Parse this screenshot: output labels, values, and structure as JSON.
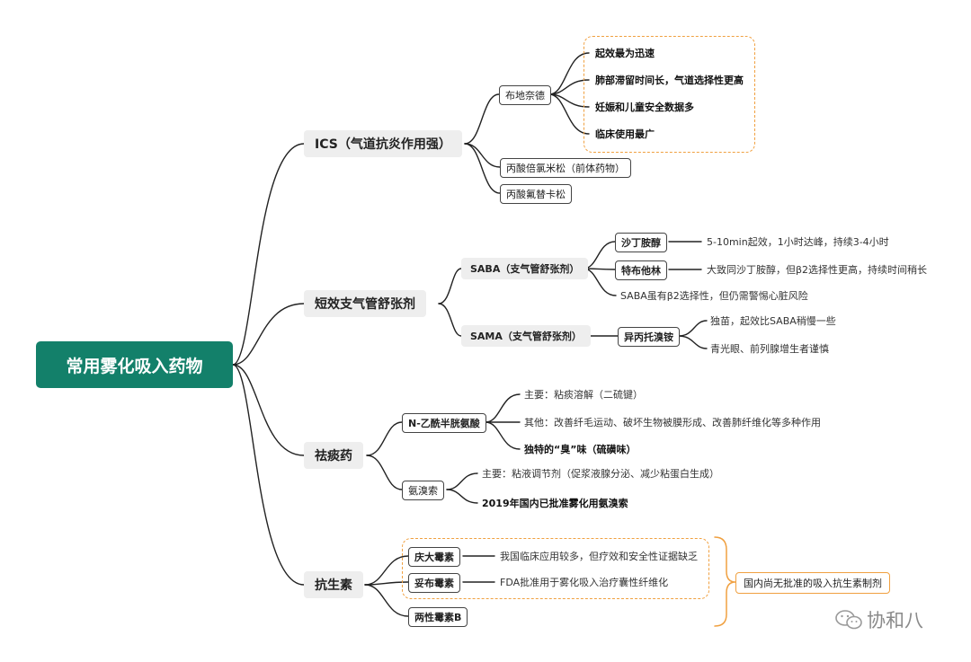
{
  "root": "常用雾化吸入药物",
  "ics": {
    "label": "ICS（气道抗炎作用强）",
    "budesonide": "布地奈德",
    "budesonide_points": [
      "起效最为迅速",
      "肺部滞留时间长，气道选择性更高",
      "妊娠和儿童安全数据多",
      "临床使用最广"
    ],
    "bdp": "丙酸倍氯米松（前体药物）",
    "fp": "丙酸氟替卡松"
  },
  "short_acting": {
    "label": "短效支气管舒张剂",
    "saba": {
      "label": "SABA（支气管舒张剂）",
      "salbutamol": "沙丁胺醇",
      "salbutamol_note": "5-10min起效，1小时达峰，持续3-4小时",
      "terbutaline": "特布他林",
      "terbutaline_note": "大致同沙丁胺醇，但β2选择性更高，持续时间稍长",
      "warning": "SABA虽有β2选择性，但仍需警惕心脏风险"
    },
    "sama": {
      "label": "SAMA（支气管舒张剂）",
      "ipratropium": "异丙托溴铵",
      "notes": [
        "独苗，起效比SABA稍慢一些",
        "青光眼、前列腺增生者谨慎"
      ]
    }
  },
  "expectorant": {
    "label": "祛痰药",
    "nac": "N-乙酰半胱氨酸",
    "nac_notes": [
      "主要：粘痰溶解（二硫键）",
      "其他：改善纤毛运动、破坏生物被膜形成、改善肺纤维化等多种作用",
      "独特的“臭”味（硫磺味）"
    ],
    "ambroxol": "氨溴索",
    "ambroxol_notes": [
      "主要：粘液调节剂（促浆液腺分泌、减少粘蛋白生成）",
      "2019年国内已批准雾化用氨溴索"
    ]
  },
  "antibiotics": {
    "label": "抗生素",
    "gentamicin": "庆大霉素",
    "gentamicin_note": "我国临床应用较多，但疗效和安全性证据缺乏",
    "tobramycin": "妥布霉素",
    "tobramycin_note": "FDA批准用于雾化吸入治疗囊性纤维化",
    "amphotericin": "两性霉素B",
    "summary": "国内尚无批准的吸入抗生素制剂"
  },
  "watermark": "协和八",
  "colors": {
    "root_bg": "#13806a",
    "node_bg": "#eeeeee",
    "accent": "#f0a040",
    "line": "#222222"
  }
}
